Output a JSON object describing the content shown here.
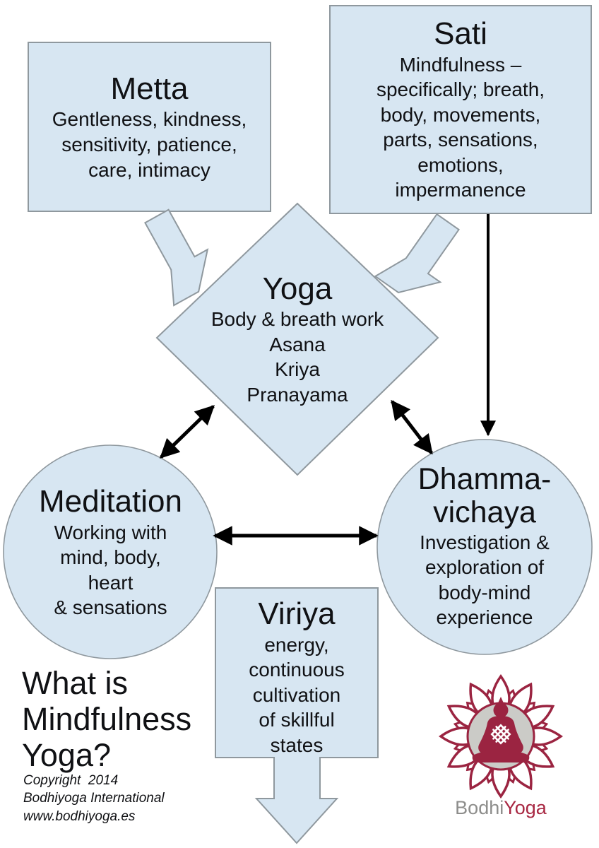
{
  "nodes": {
    "metta": {
      "title": "Metta",
      "lines": [
        "Gentleness, kindness,",
        "sensitivity, patience,",
        "care, intimacy"
      ]
    },
    "sati": {
      "title": "Sati",
      "lines": [
        "Mindfulness –",
        "specifically; breath,",
        "body, movements,",
        "parts, sensations,",
        "emotions,",
        "impermanence"
      ]
    },
    "yoga": {
      "title": "Yoga",
      "lines": [
        "Body & breath work",
        "Asana",
        "Kriya",
        "Pranayama"
      ]
    },
    "meditation": {
      "title": "Meditation",
      "lines": [
        "Working with",
        "mind, body,",
        "heart",
        "& sensations"
      ]
    },
    "dhamma": {
      "title_lines": [
        "Dhamma-",
        "vichaya"
      ],
      "lines": [
        "Investigation &",
        "exploration of",
        "body-mind",
        "experience"
      ]
    },
    "viriya": {
      "title": "Viriya",
      "lines": [
        "energy,",
        "continuous",
        "cultivation",
        "of skillful",
        "states"
      ]
    }
  },
  "heading": {
    "lines": [
      "What is",
      "Mindfulness",
      "Yoga?"
    ]
  },
  "footer": {
    "lines": [
      "Copyright  2014",
      "Bodhiyoga International",
      "www.bodhiyoga.es"
    ]
  },
  "logo": {
    "text_gray": "Bodhi",
    "text_red": "Yoga"
  },
  "colors": {
    "node_fill": "#d7e6f2",
    "node_stroke": "#8f989e",
    "arrow_black": "#000000",
    "logo_maroon": "#9b2441",
    "logo_circle_fill": "#cbcbc7",
    "logo_text_gray": "#8d8d8b",
    "logo_text_red": "#a82742"
  }
}
